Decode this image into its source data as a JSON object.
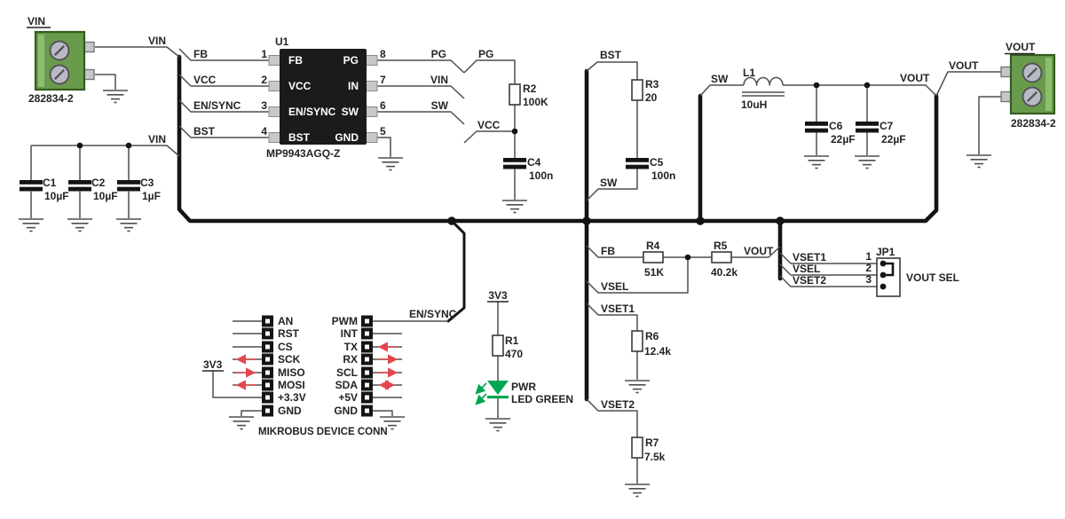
{
  "colors": {
    "bus_black": "#141414",
    "wire_gray": "#4e4e4e",
    "chip_body": "#1b1b1b",
    "terminal_green": "#699b4c",
    "terminal_green_light": "#8fbd6e",
    "terminal_border": "#345c1e",
    "screw_gray": "#b9bac2",
    "led_green": "#00a651",
    "arrow_red": "#e2474d"
  },
  "nets": {
    "vin": "VIN",
    "vout": "VOUT",
    "fb": "FB",
    "vcc": "VCC",
    "en_sync": "EN/SYNC",
    "bst": "BST",
    "pg": "PG",
    "sw": "SW",
    "vsel": "VSEL",
    "vset1": "VSET1",
    "vset2": "VSET2",
    "rail_3v3": "3V3"
  },
  "terminals": {
    "vin": {
      "label": "VIN",
      "part": "282834-2"
    },
    "vout": {
      "label": "VOUT",
      "part": "282834-2"
    }
  },
  "u1": {
    "ref": "U1",
    "part": "MP9943AGQ-Z",
    "left_pins": [
      {
        "num": "1",
        "name": "FB"
      },
      {
        "num": "2",
        "name": "VCC"
      },
      {
        "num": "3",
        "name": "EN/SYNC"
      },
      {
        "num": "4",
        "name": "BST"
      }
    ],
    "right_pins": [
      {
        "num": "8",
        "name": "PG"
      },
      {
        "num": "7",
        "name": "IN"
      },
      {
        "num": "6",
        "name": "SW"
      },
      {
        "num": "5",
        "name": "GND"
      }
    ]
  },
  "resistors": {
    "r1": {
      "ref": "R1",
      "value": "470"
    },
    "r2": {
      "ref": "R2",
      "value": "100K"
    },
    "r3": {
      "ref": "R3",
      "value": "20"
    },
    "r4": {
      "ref": "R4",
      "value": "51K"
    },
    "r5": {
      "ref": "R5",
      "value": "40.2k"
    },
    "r6": {
      "ref": "R6",
      "value": "12.4k"
    },
    "r7": {
      "ref": "R7",
      "value": "7.5k"
    }
  },
  "capacitors": {
    "c1": {
      "ref": "C1",
      "value": "10µF"
    },
    "c2": {
      "ref": "C2",
      "value": "10µF"
    },
    "c3": {
      "ref": "C3",
      "value": "1µF"
    },
    "c4": {
      "ref": "C4",
      "value": "100n"
    },
    "c5": {
      "ref": "C5",
      "value": "100n"
    },
    "c6": {
      "ref": "C6",
      "value": "22µF"
    },
    "c7": {
      "ref": "C7",
      "value": "22µF"
    }
  },
  "inductor": {
    "ref": "L1",
    "value": "10uH"
  },
  "led": {
    "name": "PWR",
    "desc": "LED GREEN"
  },
  "jp1": {
    "ref": "JP1",
    "label": "VOUT SEL",
    "pins": [
      {
        "num": "1",
        "net": "VSET1"
      },
      {
        "num": "2",
        "net": "VSEL"
      },
      {
        "num": "3",
        "net": "VSET2"
      }
    ]
  },
  "mikrobus": {
    "title": "MIKROBUS DEVICE CONN",
    "left": [
      "AN",
      "RST",
      "CS",
      "SCK",
      "MISO",
      "MOSI",
      "+3.3V",
      "GND"
    ],
    "right": [
      "PWM",
      "INT",
      "TX",
      "RX",
      "SCL",
      "SDA",
      "+5V",
      "GND"
    ]
  }
}
